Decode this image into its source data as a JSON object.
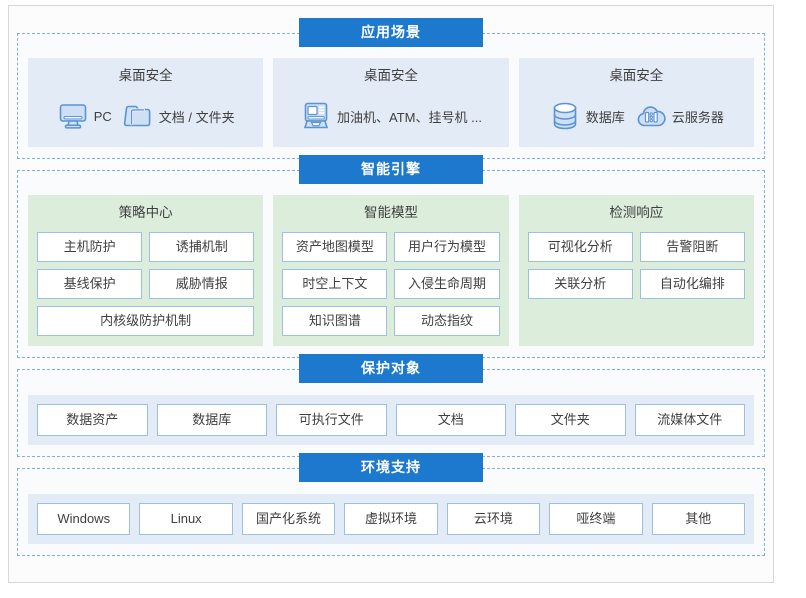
{
  "theme": {
    "accent": "#1c79ce",
    "dashed_border": "#86b0dc",
    "panel_blue": "#e3ebf6",
    "panel_green": "#dceddc",
    "chip_border": "#9cc0e4",
    "text": "#3f3f3f"
  },
  "sections": [
    {
      "title": "应用场景",
      "panels": [
        {
          "title": "桌面安全",
          "items": [
            {
              "icon": "desktop-pc-icon",
              "label": "PC"
            },
            {
              "icon": "document-folder-icon",
              "label": "文档 / 文件夹"
            }
          ]
        },
        {
          "title": "桌面安全",
          "items": [
            {
              "icon": "atm-kiosk-icon",
              "label": "加油机、ATM、挂号机 ..."
            }
          ]
        },
        {
          "title": "桌面安全",
          "items": [
            {
              "icon": "database-icon",
              "label": "数据库"
            },
            {
              "icon": "cloud-server-icon",
              "label": "云服务器"
            }
          ]
        }
      ]
    },
    {
      "title": "智能引擎",
      "panels": [
        {
          "title": "策略中心",
          "chips": [
            "主机防护",
            "诱捕机制",
            "基线保护",
            "威胁情报",
            "内核级防护机制"
          ],
          "full_width_last": true
        },
        {
          "title": "智能模型",
          "chips": [
            "资产地图模型",
            "用户行为模型",
            "时空上下文",
            "入侵生命周期",
            "知识图谱",
            "动态指纹"
          ],
          "full_width_last": false
        },
        {
          "title": "检测响应",
          "chips": [
            "可视化分析",
            "告警阻断",
            "关联分析",
            "自动化编排"
          ],
          "full_width_last": false
        }
      ]
    },
    {
      "title": "保护对象",
      "chips": [
        "数据资产",
        "数据库",
        "可执行文件",
        "文档",
        "文件夹",
        "流媒体文件"
      ]
    },
    {
      "title": "环境支持",
      "chips": [
        "Windows",
        "Linux",
        "国产化系统",
        "虚拟环境",
        "云环境",
        "哑终端",
        "其他"
      ]
    }
  ]
}
